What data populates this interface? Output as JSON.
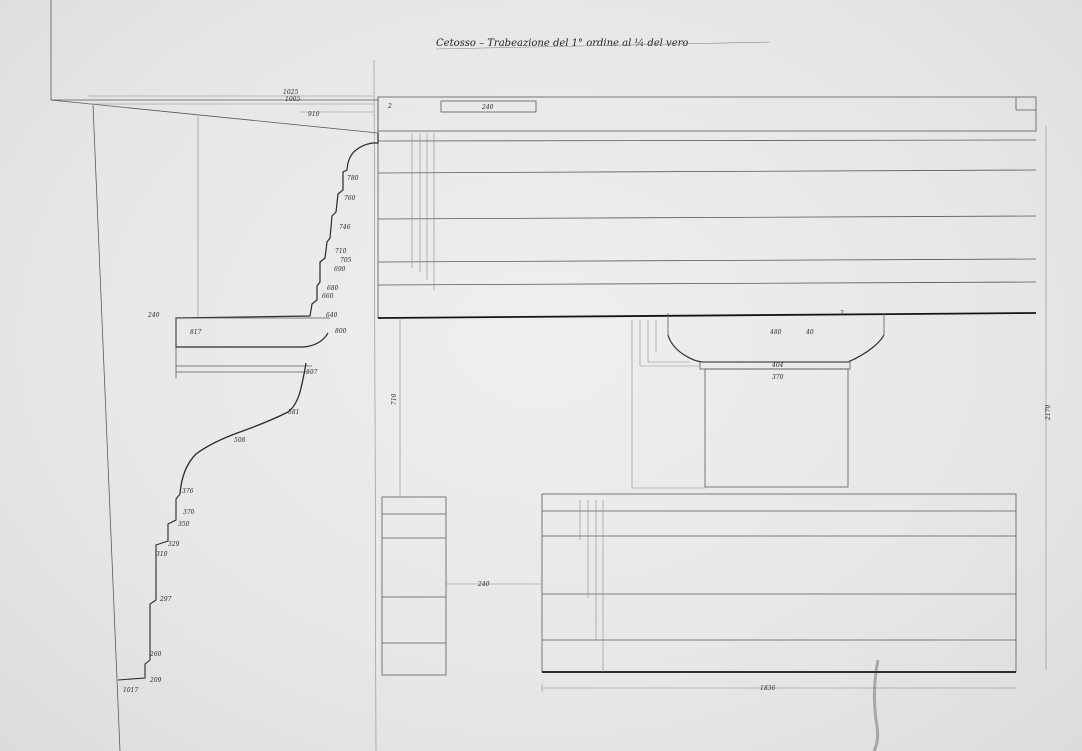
{
  "title": "Cetosso – Trabeazione del 1° ordine al ¼ del vero",
  "labels": {
    "top_1": "1025",
    "top_2": "1005",
    "top_3": "910",
    "top_4": "2",
    "box": "240",
    "corona_a": "817",
    "corona_b": "800",
    "cornice_1": "780",
    "cornice_2": "760",
    "cornice_3": "746",
    "cornice_4": "710",
    "cornice_5": "705",
    "cornice_6": "690",
    "cornice_7": "680",
    "cornice_8": "660",
    "cornice_9": "640",
    "cyma_1": "597",
    "cyma_2": "581",
    "cyma_3": "508",
    "cyma_4": "376",
    "left_240": "240",
    "lower_1": "370",
    "lower_2": "350",
    "lower_3": "329",
    "lower_4": "310",
    "lower_5": "297",
    "lower_6": "260",
    "lower_7": "209",
    "base": "1017",
    "cap_a": "480",
    "cap_b": "40",
    "cap_c": "404",
    "cap_d": "370",
    "cap_e": "2",
    "side_height": "2170",
    "frieze_height": "710",
    "mid_width": "240",
    "bottom_width": "1836"
  }
}
